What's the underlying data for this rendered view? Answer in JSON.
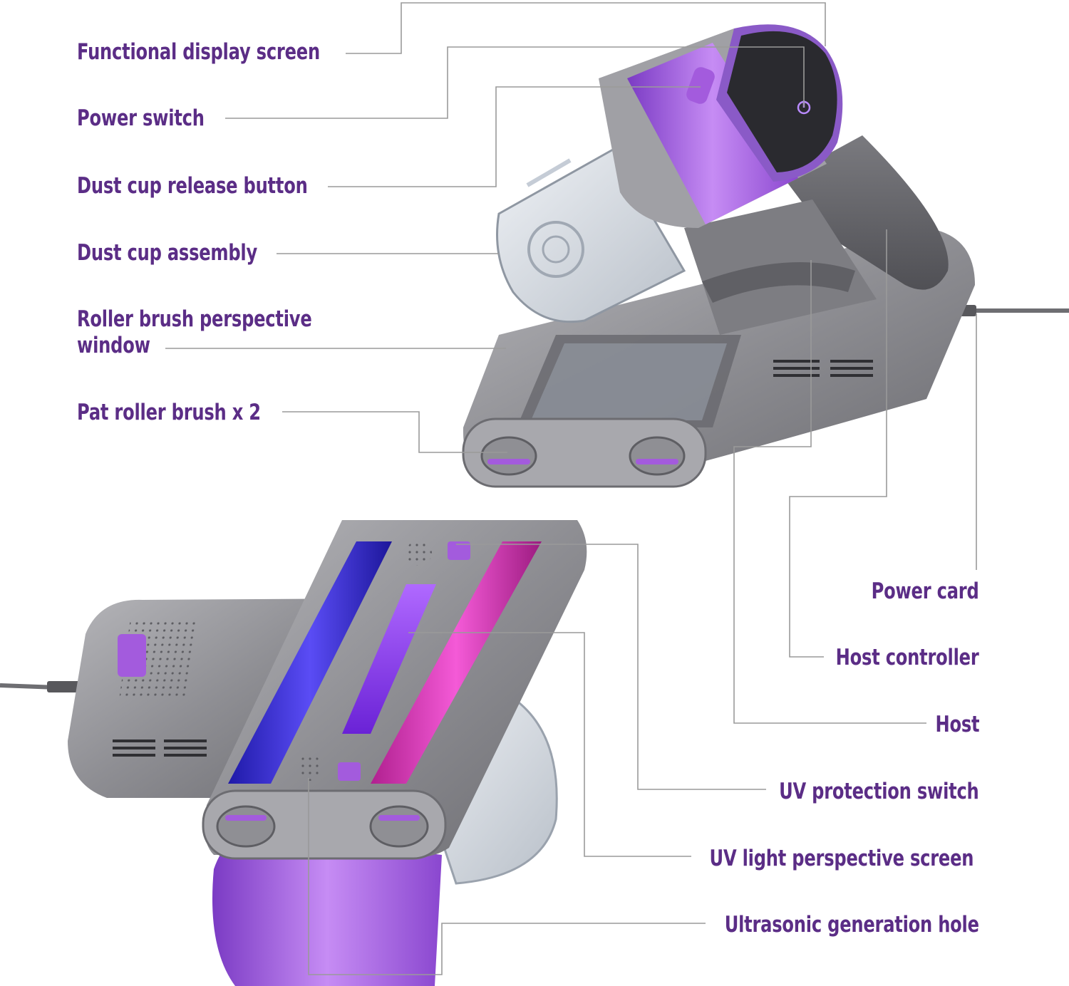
{
  "colors": {
    "label": "#5b2d86",
    "leader_line": "#9a9a9a",
    "body_grey": "#8d8d92",
    "accent_purple": "#a35bdd",
    "uv_blue": "#3a2fd0",
    "uv_magenta": "#e43fc4",
    "uv_violet": "#8a3cf0"
  },
  "icons": [
    "power-icon"
  ],
  "labels": {
    "functional_display_screen": "Functional display screen",
    "power_switch": "Power switch",
    "dust_cup_release_button": "Dust cup release button",
    "dust_cup_assembly": "Dust cup assembly",
    "roller_brush_window_line1": "Roller brush perspective",
    "roller_brush_window_line2": "window",
    "pat_roller_brush": "Pat roller brush x 2",
    "power_card": "Power card",
    "host_controller": "Host controller",
    "host": "Host",
    "uv_protection_switch": "UV protection switch",
    "uv_light_perspective_screen": "UV light perspective screen",
    "ultrasonic_generation_hole": "Ultrasonic generation hole"
  }
}
